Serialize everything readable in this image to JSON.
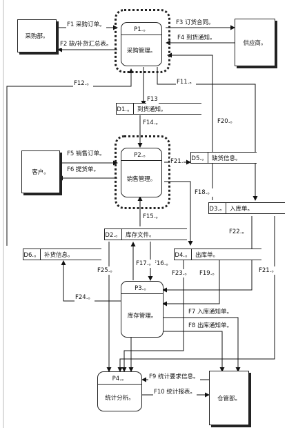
{
  "external_entities": {
    "procurement_dept": "采购部。",
    "supplier": "供应商。",
    "customer": "客户。",
    "warehouse_dept": "仓管部。"
  },
  "processes": [
    {
      "id": "P1.。",
      "name": "采购管理。"
    },
    {
      "id": "P2.。",
      "name": "销售管理。"
    },
    {
      "id": "P3.。",
      "name": "库存管理。"
    },
    {
      "id": "P4.。",
      "name": "统计分析。"
    }
  ],
  "data_stores": [
    {
      "id": "D1.。",
      "name": "到货通知。"
    },
    {
      "id": "D2.。",
      "name": "库存文件。"
    },
    {
      "id": "D3.。",
      "name": "入库单。"
    },
    {
      "id": "D4.。",
      "name": "出库单。"
    },
    {
      "id": "D5.。",
      "name": "缺货信息。"
    },
    {
      "id": "D6.。",
      "name": "补货信息。"
    }
  ],
  "flows": {
    "f1": "F1 采购订单。",
    "f2": "F2 缺/补货汇总表。",
    "f3": "F3 订货合同。",
    "f4": "F4 到货通知。",
    "f5": "F5 销售订单。",
    "f6": "F6 提货单。",
    "f7": "F7 入库通知单。",
    "f8": "F8 出库通知单。",
    "f9": "F9 统计要求信息。",
    "f10": "F10 统计报表。",
    "f11": "F11.。",
    "f12": "F12.。",
    "f13": "F13",
    "f14": "F14.。",
    "f15": "F15.。",
    "f16": "F16.。",
    "f17": "F17.。",
    "f18": "F18.。",
    "f19": "F19.。",
    "f20": "F20.。",
    "f21a": "F21.",
    "f21b": "F21.。",
    "f22": "F22.。",
    "f23": "F23.。",
    "f24": "F24.。",
    "f25": "F25.。"
  }
}
